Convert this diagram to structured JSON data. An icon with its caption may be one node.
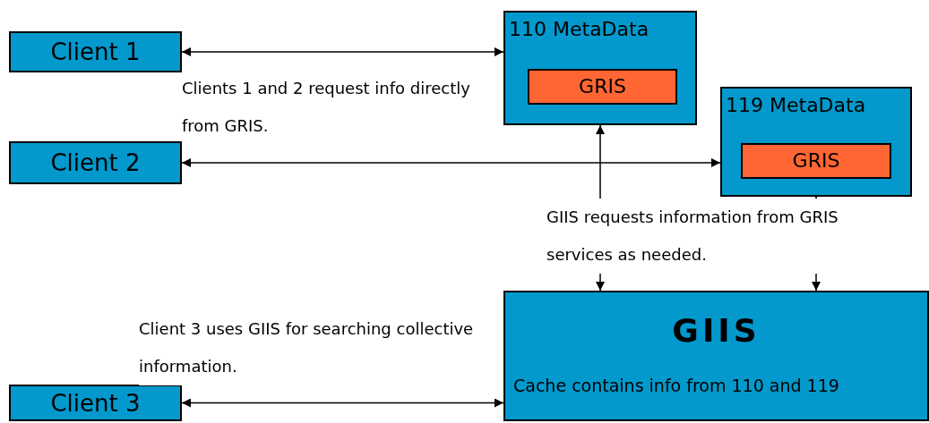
{
  "diagram": {
    "nodes": [
      {
        "text": [
          "Client 1"
        ]
      },
      {
        "text": [
          "110 MetaData"
        ]
      },
      {
        "text": [
          "GRIS"
        ],
        "in": 1
      },
      {
        "text": [
          "Client 2"
        ]
      },
      {
        "text": [
          "119 MetaData"
        ]
      },
      {
        "text": [
          "GRIS"
        ],
        "in": 4
      },
      {
        "text": [
          "GIIS",
          "Cache contains info from 110 and 119"
        ]
      },
      {
        "text": [
          "Client 3"
        ]
      }
    ],
    "edges": [
      {
        "from": 0,
        "to": 1,
        "arrow": "both"
      },
      {
        "from": 3,
        "to": 4,
        "arrow": "both"
      },
      {
        "from": 1,
        "to": 6,
        "arrow": "both"
      },
      {
        "from": 4,
        "to": 6,
        "arrow": "both"
      },
      {
        "from": 7,
        "to": 6,
        "arrow": "both"
      }
    ],
    "labels": [
      "Clients 1 and 2 request info directly from GRIS.",
      "GIIS requests information from GRIS services as needed.",
      "Client 3 uses GIIS for searching collective information."
    ]
  }
}
